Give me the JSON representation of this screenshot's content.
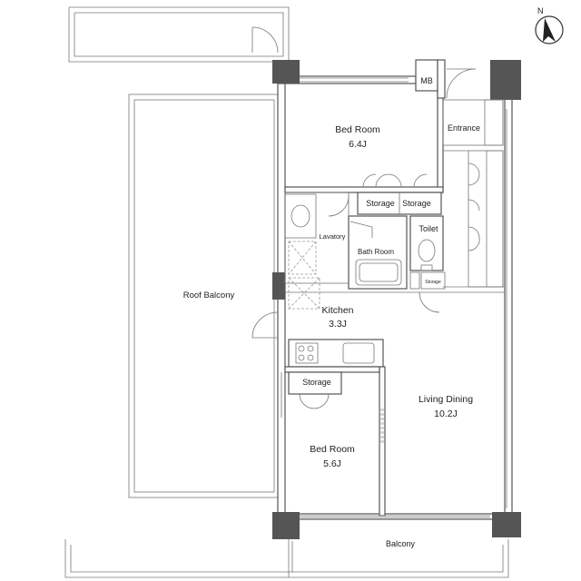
{
  "rooms": {
    "bed_room_1": {
      "name": "Bed Room",
      "size": "6.4J"
    },
    "mb": {
      "name": "MB"
    },
    "entrance": {
      "name": "Entrance"
    },
    "storage_a": {
      "name": "Storage"
    },
    "storage_b": {
      "name": "Storage"
    },
    "lavatory": {
      "name": "Lavatory"
    },
    "bath_room": {
      "name": "Bath Room"
    },
    "toilet": {
      "name": "Toilet"
    },
    "storage_small": {
      "name": "Storage"
    },
    "roof_balcony": {
      "name": "Roof Balcony"
    },
    "kitchen": {
      "name": "Kitchen",
      "size": "3.3J"
    },
    "storage_c": {
      "name": "Storage"
    },
    "living_dining": {
      "name": "Living Dining",
      "size": "10.2J"
    },
    "bed_room_2": {
      "name": "Bed Room",
      "size": "5.6J"
    },
    "balcony": {
      "name": "Balcony"
    }
  },
  "compass": {
    "label": "N"
  },
  "colors": {
    "wall": "#555555",
    "line": "#777777",
    "background": "#ffffff"
  }
}
